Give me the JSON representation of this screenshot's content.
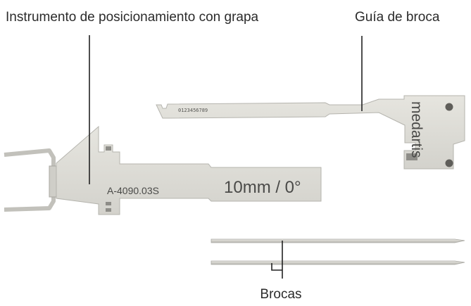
{
  "labels": {
    "clamp_instrument": "Instrumento de posicionamiento con grapa",
    "drill_guide": "Guía de broca",
    "drills": "Brocas"
  },
  "engravings": {
    "serial_number": "0123456789",
    "brand": "medartis",
    "part_number": "A-4090.03S",
    "size_angle": "10mm / 0°"
  },
  "colors": {
    "instrument_fill": "#dddcd6",
    "instrument_stroke": "#b5b4ae",
    "leader_line": "#222222",
    "label_text": "#2b2b2b"
  }
}
